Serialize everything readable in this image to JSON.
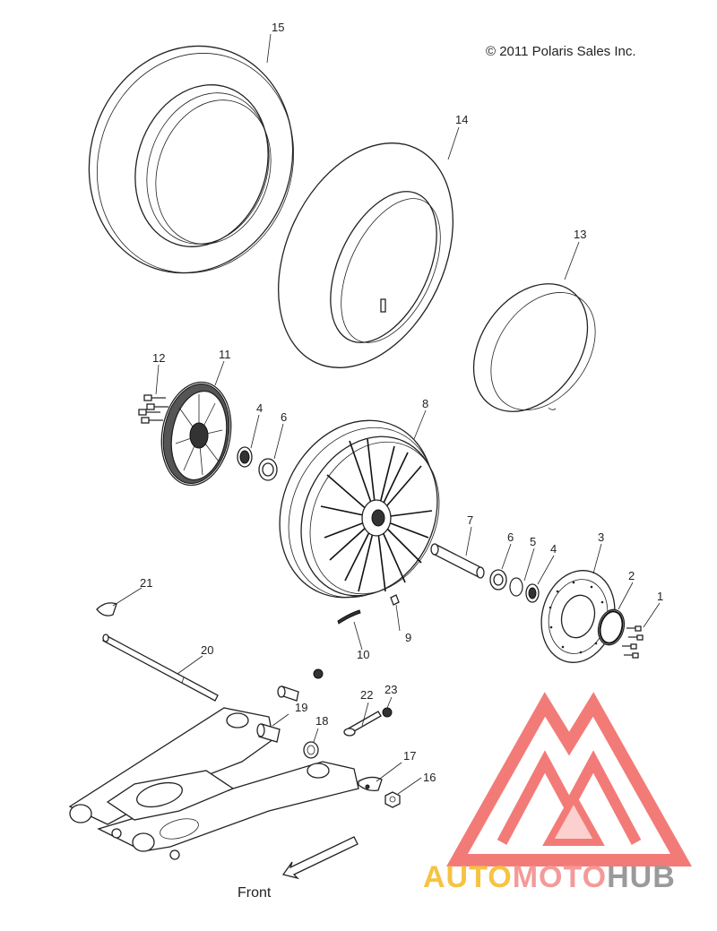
{
  "copyright": "© 2011 Polaris Sales Inc.",
  "front_label": "Front",
  "watermark": {
    "brand": "AUTOMOTOHUB",
    "parts": [
      "AUTO",
      "MOTO",
      "HUB"
    ],
    "colors": {
      "auto": "#f6c342",
      "moto": "#f49a98",
      "hub": "#9a9a9a",
      "logo": "#f27b78"
    }
  },
  "callouts": {
    "c1": "1",
    "c2": "2",
    "c3": "3",
    "c4a": "4",
    "c4b": "4",
    "c5": "5",
    "c6a": "6",
    "c6b": "6",
    "c7": "7",
    "c8": "8",
    "c9": "9",
    "c10": "10",
    "c11": "11",
    "c12": "12",
    "c13": "13",
    "c14": "14",
    "c15": "15",
    "c16": "16",
    "c17": "17",
    "c18": "18",
    "c19": "19",
    "c20": "20",
    "c21": "21",
    "c22": "22",
    "c23": "23"
  }
}
